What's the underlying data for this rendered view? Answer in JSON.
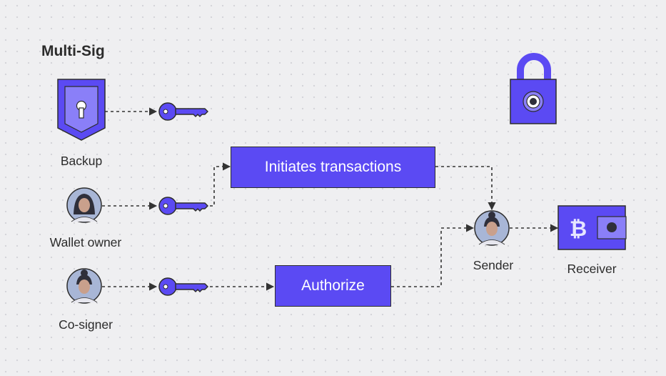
{
  "title": "Multi-Sig",
  "actors": {
    "backup": "Backup",
    "wallet_owner": "Wallet owner",
    "co_signer": "Co-signer",
    "sender": "Sender",
    "receiver": "Receiver"
  },
  "steps": {
    "initiate": "Initiates transactions",
    "authorize": "Authorize"
  },
  "icons": [
    "shield-keyhole-icon",
    "key-icon",
    "person-avatar-icon",
    "padlock-icon",
    "bitcoin-wallet-icon"
  ],
  "colors": {
    "accent": "#5b4af3",
    "accent_light": "#8a7ff8",
    "outline": "#2d2d2d",
    "background": "#efeff1",
    "arrow": "#333333"
  }
}
